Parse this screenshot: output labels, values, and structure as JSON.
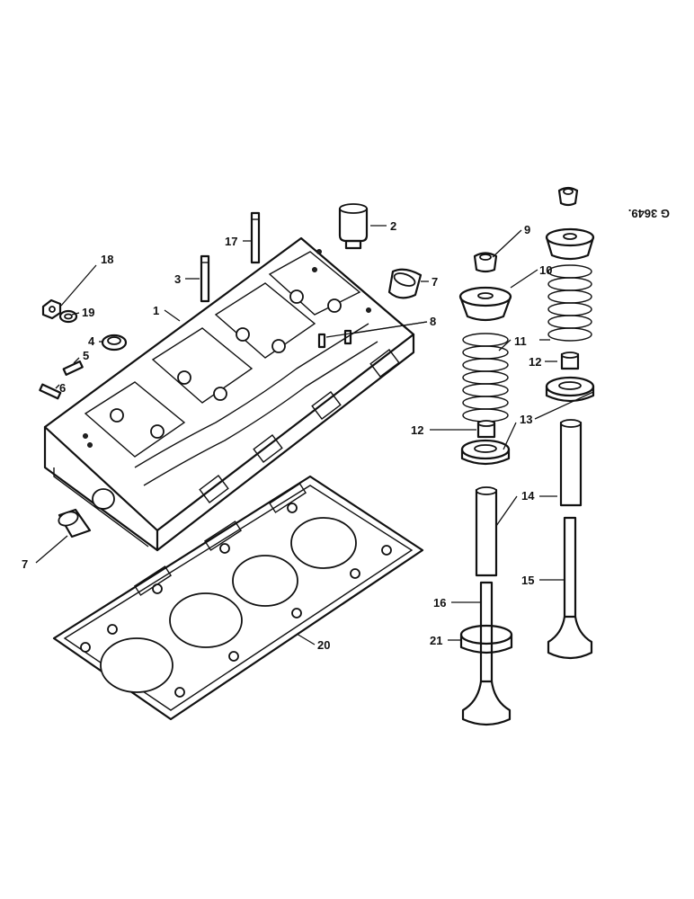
{
  "drawing_ref": "G 3649.",
  "callouts": {
    "c1": "1",
    "c2": "2",
    "c3": "3",
    "c4": "4",
    "c5": "5",
    "c6": "6",
    "c7a": "7",
    "c7b": "7",
    "c8": "8",
    "c9": "9",
    "c10": "10",
    "c11": "11",
    "c12a": "12",
    "c12b": "12",
    "c13": "13",
    "c14": "14",
    "c15": "15",
    "c16": "16",
    "c17": "17",
    "c18": "18",
    "c19": "19",
    "c20": "20",
    "c21": "21"
  }
}
